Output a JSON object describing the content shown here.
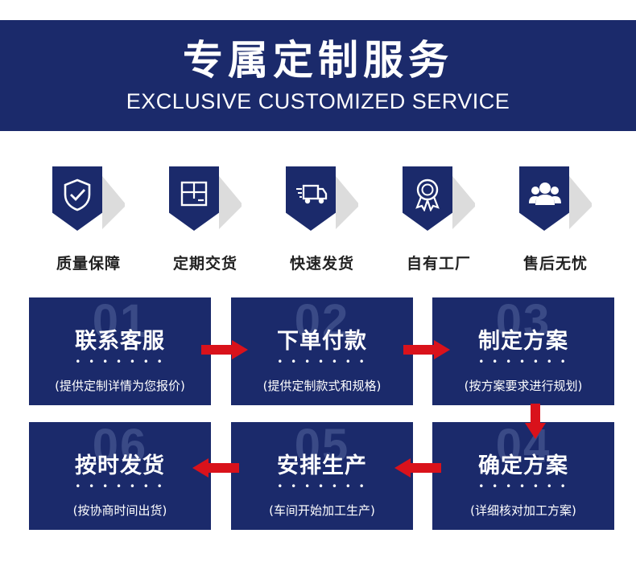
{
  "header": {
    "title": "专属定制服务",
    "subtitle": "EXCLUSIVE CUSTOMIZED SERVICE"
  },
  "features": [
    {
      "label": "质量保障",
      "icon": "shield-check-icon"
    },
    {
      "label": "定期交货",
      "icon": "box-icon"
    },
    {
      "label": "快速发货",
      "icon": "delivery-truck-icon"
    },
    {
      "label": "自有工厂",
      "icon": "award-ribbon-icon"
    },
    {
      "label": "售后无忧",
      "icon": "users-icon"
    }
  ],
  "steps": [
    {
      "number": "01",
      "title": "联系客服",
      "dots": "• • • • • • •",
      "desc": "(提供定制详情为您报价)"
    },
    {
      "number": "02",
      "title": "下单付款",
      "dots": "• • • • • • •",
      "desc": "(提供定制款式和规格)"
    },
    {
      "number": "03",
      "title": "制定方案",
      "dots": "• • • • • • •",
      "desc": "(按方案要求进行规划)"
    },
    {
      "number": "04",
      "title": "确定方案",
      "dots": "• • • • • • •",
      "desc": "(详细核对加工方案)"
    },
    {
      "number": "05",
      "title": "安排生产",
      "dots": "• • • • • • •",
      "desc": "(车间开始加工生产)"
    },
    {
      "number": "06",
      "title": "按时发货",
      "dots": "• • • • • • •",
      "desc": "(按协商时间出货)"
    }
  ],
  "colors": {
    "navy": "#1b2a6b",
    "arrow_red": "#d9121b",
    "number_watermark": "#3a4a86"
  }
}
